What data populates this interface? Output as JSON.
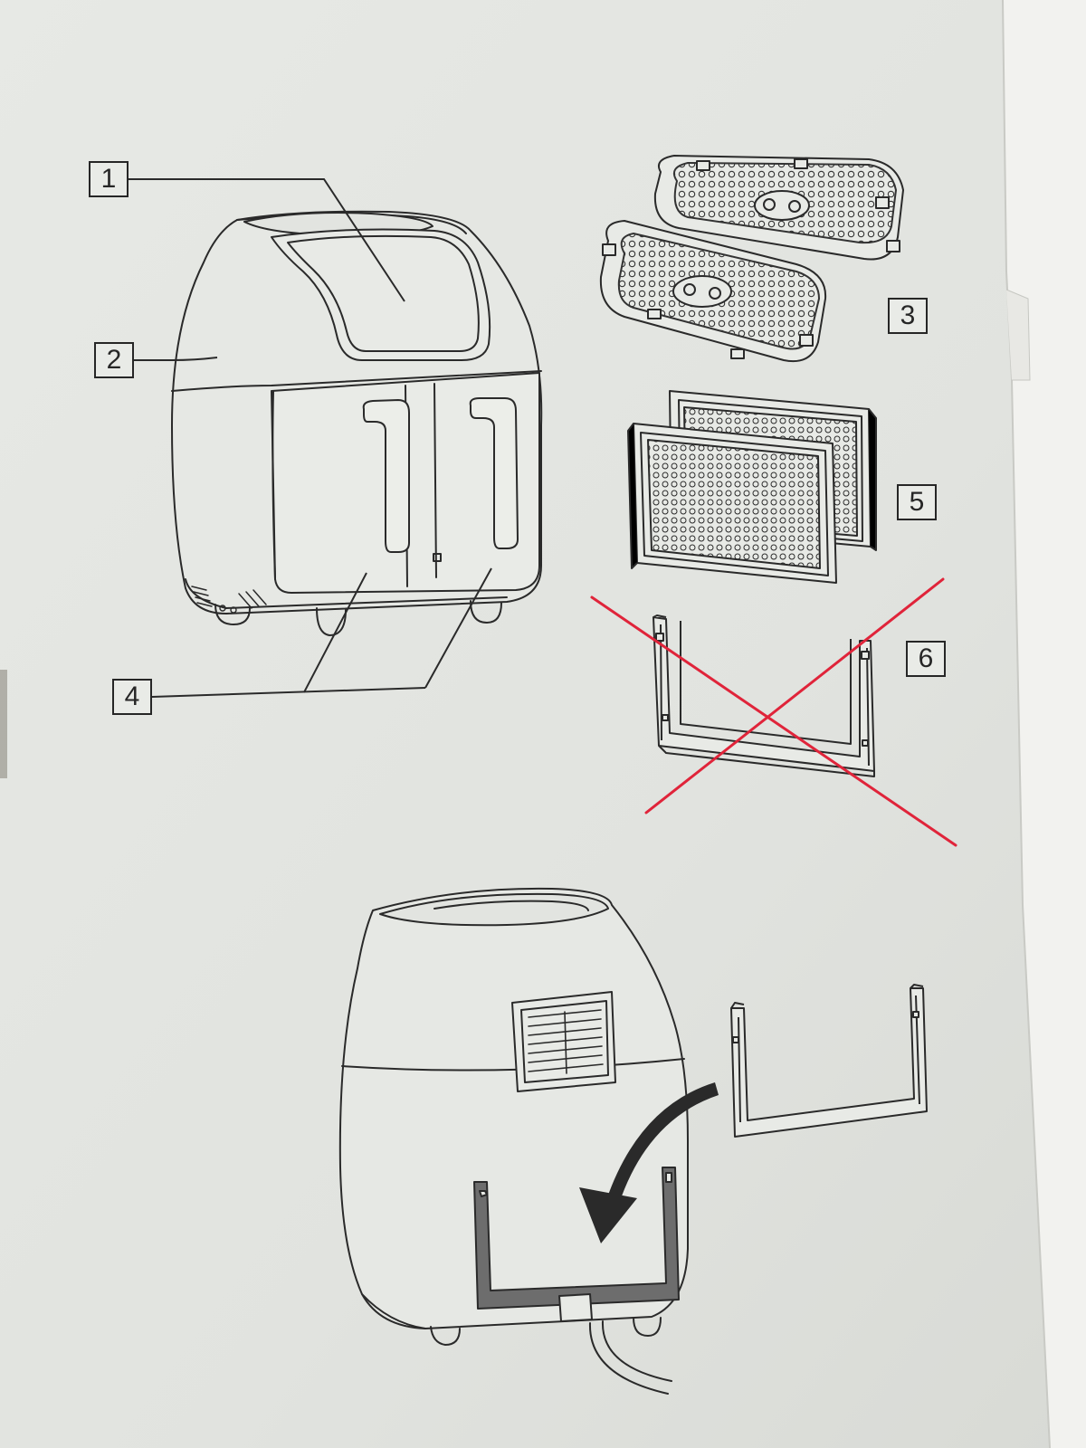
{
  "callouts": {
    "air_fryer_window": "1",
    "air_fryer_body": "2",
    "crisper_plates": "3",
    "baskets": "4",
    "grill_racks": "5",
    "divider_stand": "6"
  },
  "colors": {
    "paper": "#e4e6e2",
    "line": "#2a2a2a",
    "strike_mark": "#e0243a",
    "divider_fill": "#6d6d6d"
  },
  "icons": {
    "strike_mark": "red-x-cross-icon",
    "motion_arrow": "curved-arrow-icon"
  }
}
